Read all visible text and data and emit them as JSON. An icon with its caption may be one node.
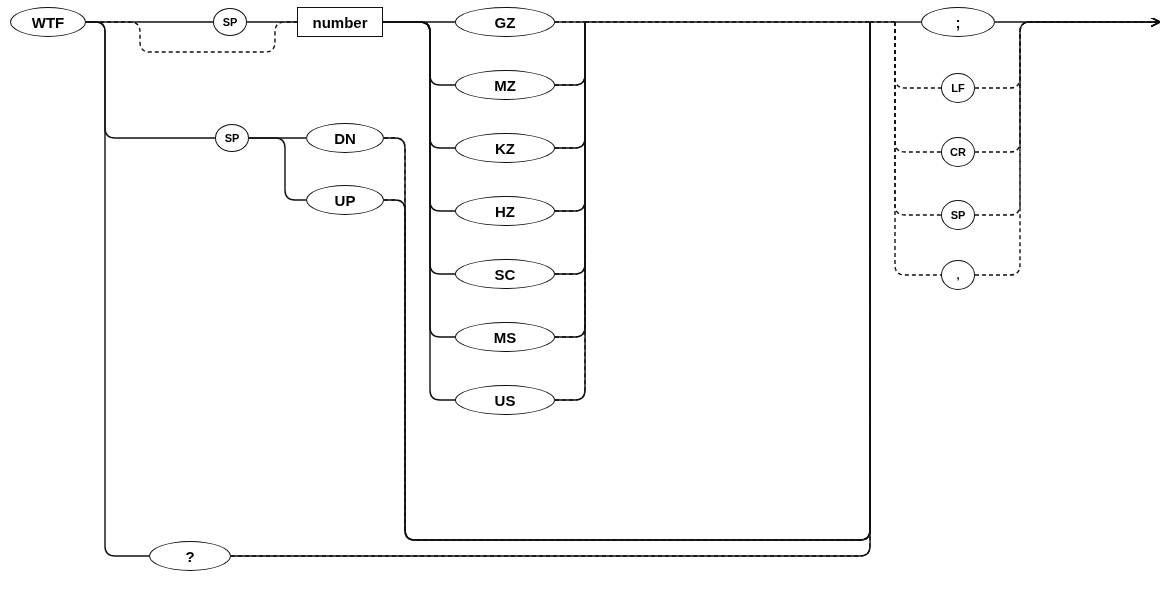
{
  "diagram": {
    "nodes": [
      {
        "text": [
          "WTF"
        ]
      },
      {
        "text": [
          "SP"
        ]
      },
      {
        "text": [
          "number"
        ]
      },
      {
        "text": [
          "GZ"
        ]
      },
      {
        "text": [
          "MZ"
        ]
      },
      {
        "text": [
          "KZ"
        ]
      },
      {
        "text": [
          "HZ"
        ]
      },
      {
        "text": [
          "SC"
        ]
      },
      {
        "text": [
          "MS"
        ]
      },
      {
        "text": [
          "US"
        ]
      },
      {
        "text": [
          ";"
        ]
      },
      {
        "text": [
          "LF"
        ]
      },
      {
        "text": [
          "CR"
        ]
      },
      {
        "text": [
          "SP"
        ]
      },
      {
        "text": [
          ","
        ]
      },
      {
        "text": [
          "SP"
        ]
      },
      {
        "text": [
          "DN"
        ]
      },
      {
        "text": [
          "UP"
        ]
      },
      {
        "text": [
          "?"
        ]
      }
    ],
    "edges": [
      {
        "from": 0,
        "to": 1,
        "arrow": "none"
      },
      {
        "from": 0,
        "to": 2,
        "arrow": "none",
        "style": "dashed"
      },
      {
        "from": 1,
        "to": 2,
        "arrow": "none"
      },
      {
        "from": 2,
        "to": 3,
        "arrow": "none"
      },
      {
        "from": 2,
        "to": 4,
        "arrow": "none"
      },
      {
        "from": 2,
        "to": 5,
        "arrow": "none"
      },
      {
        "from": 2,
        "to": 6,
        "arrow": "none"
      },
      {
        "from": 2,
        "to": 7,
        "arrow": "none"
      },
      {
        "from": 2,
        "to": 8,
        "arrow": "none"
      },
      {
        "from": 2,
        "to": 9,
        "arrow": "none"
      },
      {
        "from": 0,
        "to": 15,
        "arrow": "none"
      },
      {
        "from": 15,
        "to": 16,
        "arrow": "none"
      },
      {
        "from": 15,
        "to": 17,
        "arrow": "none"
      },
      {
        "from": 0,
        "to": 18,
        "arrow": "none"
      },
      {
        "from": 3,
        "to": 10,
        "arrow": "none"
      },
      {
        "from": 4,
        "to": 10,
        "arrow": "none"
      },
      {
        "from": 5,
        "to": 10,
        "arrow": "none"
      },
      {
        "from": 6,
        "to": 10,
        "arrow": "none"
      },
      {
        "from": 7,
        "to": 10,
        "arrow": "none"
      },
      {
        "from": 8,
        "to": 10,
        "arrow": "none"
      },
      {
        "from": 9,
        "to": 10,
        "arrow": "none"
      },
      {
        "from": 16,
        "to": 10,
        "arrow": "none"
      },
      {
        "from": 17,
        "to": 10,
        "arrow": "none"
      },
      {
        "from": 18,
        "to": 10,
        "arrow": "none"
      },
      {
        "from": 3,
        "to": 11,
        "arrow": "none",
        "style": "dashed"
      },
      {
        "from": 4,
        "to": 11,
        "arrow": "none",
        "style": "dashed"
      },
      {
        "from": 5,
        "to": 11,
        "arrow": "none",
        "style": "dashed"
      },
      {
        "from": 6,
        "to": 11,
        "arrow": "none",
        "style": "dashed"
      },
      {
        "from": 7,
        "to": 11,
        "arrow": "none",
        "style": "dashed"
      },
      {
        "from": 8,
        "to": 11,
        "arrow": "none",
        "style": "dashed"
      },
      {
        "from": 9,
        "to": 11,
        "arrow": "none",
        "style": "dashed"
      },
      {
        "from": 16,
        "to": 11,
        "arrow": "none",
        "style": "dashed"
      },
      {
        "from": 17,
        "to": 11,
        "arrow": "none",
        "style": "dashed"
      },
      {
        "from": 18,
        "to": 11,
        "arrow": "none",
        "style": "dashed"
      },
      {
        "from": 3,
        "to": 12,
        "arrow": "none",
        "style": "dashed"
      },
      {
        "from": 4,
        "to": 12,
        "arrow": "none",
        "style": "dashed"
      },
      {
        "from": 5,
        "to": 12,
        "arrow": "none",
        "style": "dashed"
      },
      {
        "from": 6,
        "to": 12,
        "arrow": "none",
        "style": "dashed"
      },
      {
        "from": 7,
        "to": 12,
        "arrow": "none",
        "style": "dashed"
      },
      {
        "from": 8,
        "to": 12,
        "arrow": "none",
        "style": "dashed"
      },
      {
        "from": 9,
        "to": 12,
        "arrow": "none",
        "style": "dashed"
      },
      {
        "from": 16,
        "to": 12,
        "arrow": "none",
        "style": "dashed"
      },
      {
        "from": 17,
        "to": 12,
        "arrow": "none",
        "style": "dashed"
      },
      {
        "from": 18,
        "to": 12,
        "arrow": "none",
        "style": "dashed"
      },
      {
        "from": 3,
        "to": 13,
        "arrow": "none",
        "style": "dashed"
      },
      {
        "from": 4,
        "to": 13,
        "arrow": "none",
        "style": "dashed"
      },
      {
        "from": 5,
        "to": 13,
        "arrow": "none",
        "style": "dashed"
      },
      {
        "from": 6,
        "to": 13,
        "arrow": "none",
        "style": "dashed"
      },
      {
        "from": 7,
        "to": 13,
        "arrow": "none",
        "style": "dashed"
      },
      {
        "from": 8,
        "to": 13,
        "arrow": "none",
        "style": "dashed"
      },
      {
        "from": 9,
        "to": 13,
        "arrow": "none",
        "style": "dashed"
      },
      {
        "from": 16,
        "to": 13,
        "arrow": "none",
        "style": "dashed"
      },
      {
        "from": 17,
        "to": 13,
        "arrow": "none",
        "style": "dashed"
      },
      {
        "from": 18,
        "to": 13,
        "arrow": "none",
        "style": "dashed"
      },
      {
        "from": 3,
        "to": 14,
        "arrow": "none",
        "style": "dashed"
      },
      {
        "from": 4,
        "to": 14,
        "arrow": "none",
        "style": "dashed"
      },
      {
        "from": 5,
        "to": 14,
        "arrow": "none",
        "style": "dashed"
      },
      {
        "from": 6,
        "to": 14,
        "arrow": "none",
        "style": "dashed"
      },
      {
        "from": 7,
        "to": 14,
        "arrow": "none",
        "style": "dashed"
      },
      {
        "from": 8,
        "to": 14,
        "arrow": "none",
        "style": "dashed"
      },
      {
        "from": 9,
        "to": 14,
        "arrow": "none",
        "style": "dashed"
      },
      {
        "from": 16,
        "to": 14,
        "arrow": "none",
        "style": "dashed"
      },
      {
        "from": 17,
        "to": 14,
        "arrow": "none",
        "style": "dashed"
      },
      {
        "from": 18,
        "to": 14,
        "arrow": "none",
        "style": "dashed"
      },
      {
        "from": 10,
        "to": null,
        "arrow": "to"
      },
      {
        "from": 11,
        "to": null,
        "arrow": "to",
        "style": "dashed"
      },
      {
        "from": 12,
        "to": null,
        "arrow": "to",
        "style": "dashed"
      },
      {
        "from": 13,
        "to": null,
        "arrow": "to",
        "style": "dashed"
      },
      {
        "from": 14,
        "to": null,
        "arrow": "to",
        "style": "dashed"
      }
    ]
  }
}
